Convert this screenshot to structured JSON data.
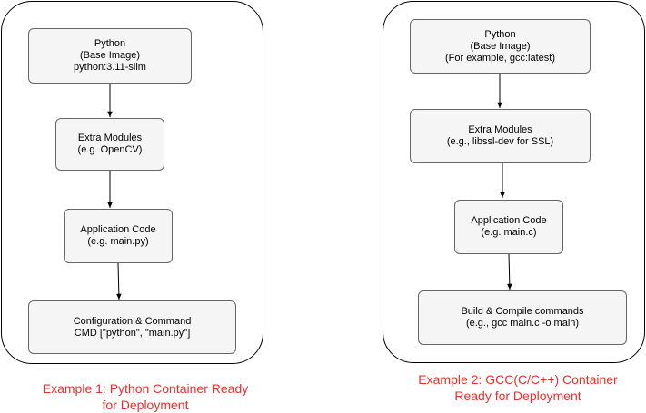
{
  "colors": {
    "node_fill": "#f5f5f5",
    "node_border": "#666666",
    "container_border": "#000000",
    "caption": "#e8312b",
    "arrow": "#000000"
  },
  "example1": {
    "nodes": [
      {
        "lines": [
          "Python",
          "(Base Image)",
          "python:3.11-slim"
        ]
      },
      {
        "lines": [
          "Extra Modules",
          "(e.g. OpenCV)"
        ]
      },
      {
        "lines": [
          "Application Code",
          "(e.g. main.py)"
        ]
      },
      {
        "lines": [
          "Configuration & Command",
          "CMD [\"python\", \"main.py\"]"
        ]
      }
    ],
    "caption": [
      "Example 1: Python Container Ready",
      "for Deployment"
    ]
  },
  "example2": {
    "nodes": [
      {
        "lines": [
          "Python",
          "(Base Image)",
          "(For example, gcc:latest)"
        ]
      },
      {
        "lines": [
          "Extra Modules",
          "(e.g., libssl-dev for SSL)"
        ]
      },
      {
        "lines": [
          "Application Code",
          "(e.g. main.c)"
        ]
      },
      {
        "lines": [
          "Build & Compile commands",
          "(e.g., gcc main.c -o main)"
        ]
      }
    ],
    "caption": [
      "Example 2: GCC(C/C++) Container",
      "Ready for Deployment"
    ]
  }
}
